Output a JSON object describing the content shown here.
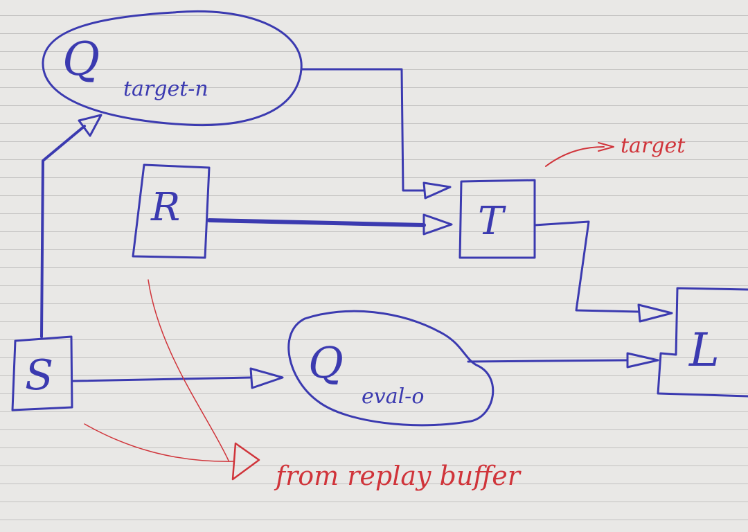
{
  "nodes": {
    "q_target": {
      "symbol": "Q",
      "subscript": "target-n"
    },
    "reward": {
      "symbol": "R"
    },
    "target": {
      "symbol": "T"
    },
    "state": {
      "symbol": "S"
    },
    "q_eval": {
      "symbol": "Q",
      "subscript": "eval-o"
    },
    "loss": {
      "symbol": "L"
    }
  },
  "annotations": {
    "target_note": "target",
    "replay_note": "from replay buffer"
  },
  "colors": {
    "ink": "#3b3ab0",
    "annotation": "#d0343a",
    "paper": "#e9e8e6"
  }
}
